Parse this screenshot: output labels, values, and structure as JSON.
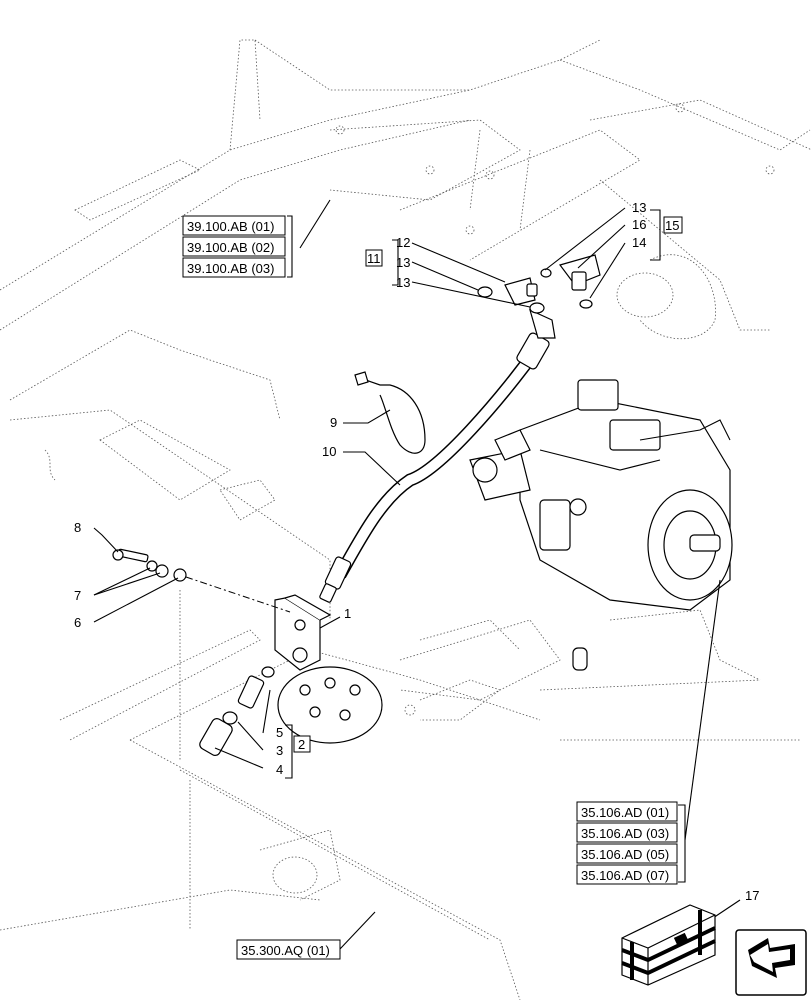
{
  "callouts": {
    "c1": "1",
    "c2": "2",
    "c3": "3",
    "c4": "4",
    "c5": "5",
    "c6": "6",
    "c7": "7",
    "c8": "8",
    "c9": "9",
    "c10": "10",
    "c11": "11",
    "c12": "12",
    "c13a": "13",
    "c13b": "13",
    "c13c": "13",
    "c14": "14",
    "c15": "15",
    "c16": "16",
    "c17": "17"
  },
  "references": {
    "group_39100": [
      "39.100.AB (01)",
      "39.100.AB (02)",
      "39.100.AB (03)"
    ],
    "group_35106": [
      "35.106.AD (01)",
      "35.106.AD (03)",
      "35.106.AD (05)",
      "35.106.AD (07)"
    ],
    "ref_35300": "35.300.AQ (01)"
  },
  "icons": {
    "kit_box": "parts-kit-crate-icon",
    "navigation": "previous-page-arrow-icon"
  }
}
